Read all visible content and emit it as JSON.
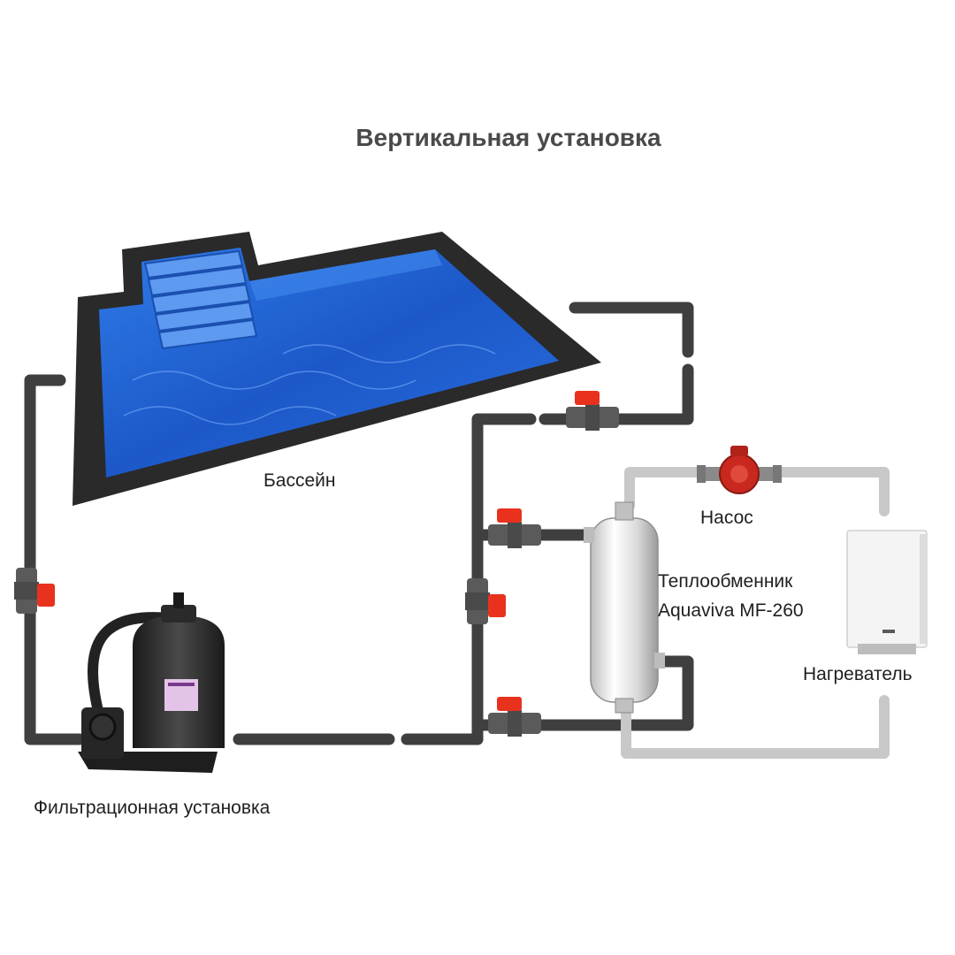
{
  "title": "Вертикальная установка",
  "labels": {
    "pool": "Бассейн",
    "filter": "Фильтрационная установка",
    "pump": "Насос",
    "exchanger_line1": "Теплообменник",
    "exchanger_line2": "Aquaviva MF-260",
    "heater": "Нагреватель"
  },
  "colors": {
    "pipe_dark": "#3f3f3f",
    "pipe_light": "#c8c8c8",
    "valve_handle": "#e8321e",
    "water": "#1f5fd0",
    "pool_rim": "#2a2a2a"
  }
}
